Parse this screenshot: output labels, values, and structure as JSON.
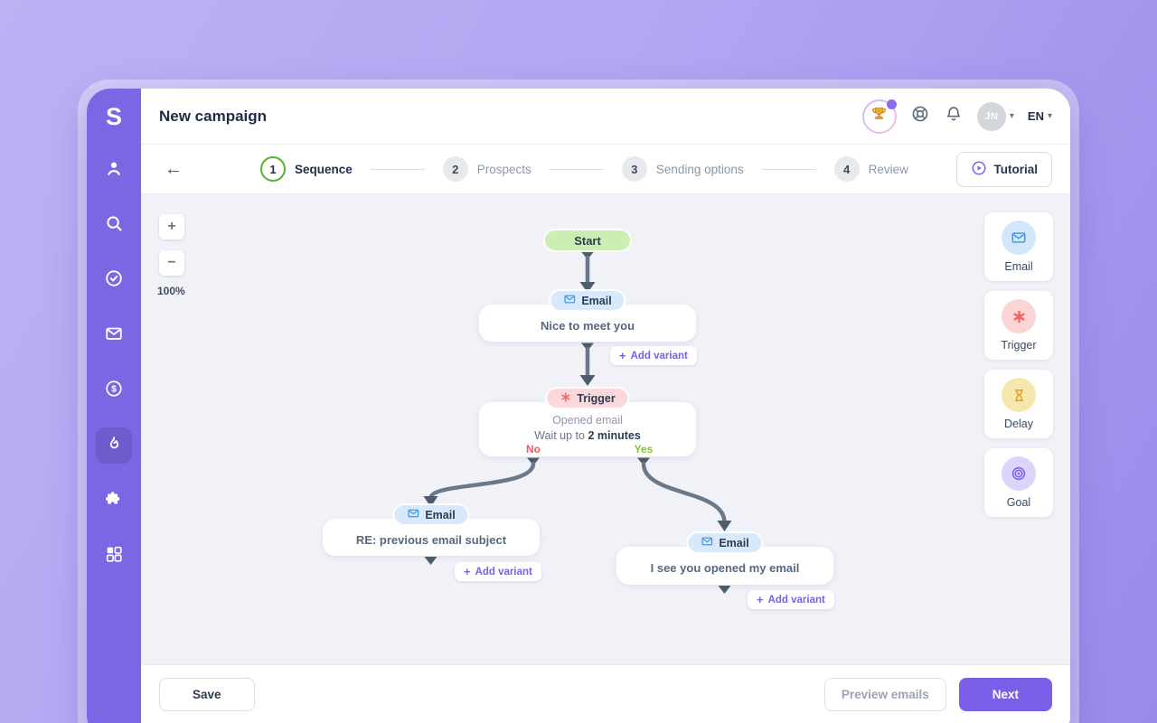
{
  "app": {
    "logo_letter": "S"
  },
  "sidebar": {
    "icons": [
      "profile",
      "search",
      "tasks",
      "email",
      "billing",
      "drip-campaigns",
      "integrations",
      "apps"
    ],
    "active_item": "drip-campaigns"
  },
  "header": {
    "title": "New campaign",
    "avatar_initials": "JN",
    "language": "EN"
  },
  "stepper": {
    "back_arrow": "←",
    "steps": [
      {
        "number": "1",
        "label": "Sequence"
      },
      {
        "number": "2",
        "label": "Prospects"
      },
      {
        "number": "3",
        "label": "Sending options"
      },
      {
        "number": "4",
        "label": "Review"
      }
    ],
    "tutorial_label": "Tutorial"
  },
  "canvas": {
    "zoom_in": "+",
    "zoom_out": "−",
    "zoom_level": "100%",
    "flow": {
      "start_label": "Start",
      "email1": {
        "type": "Email",
        "subject": "Nice to meet you"
      },
      "trigger": {
        "type": "Trigger",
        "condition": "Opened email",
        "wait_prefix": "Wait up to",
        "wait_value": "2 minutes",
        "no": "No",
        "yes": "Yes"
      },
      "email2": {
        "type": "Email",
        "subject": "RE: previous email subject"
      },
      "email3": {
        "type": "Email",
        "subject": "I see you opened my email"
      },
      "plus": "+",
      "add_variant": "Add variant"
    },
    "palette": [
      {
        "label": "Email"
      },
      {
        "label": "Trigger"
      },
      {
        "label": "Delay"
      },
      {
        "label": "Goal"
      }
    ]
  },
  "footer": {
    "save": "Save",
    "preview": "Preview emails",
    "next": "Next"
  },
  "colors": {
    "accent_purple": "#7b5fe8",
    "sidebar_purple": "#7c66e4",
    "backdrop_purple": "#b2a5f2",
    "start_green": "#cdeeb2",
    "email_blue": "#d8e9fb",
    "trigger_pink": "#fbd9da",
    "delay_yellow": "#f6e7ae",
    "goal_lavender": "#dcd4fb",
    "no_red": "#f25c5c",
    "yes_green": "#7cc91e",
    "connector_gray": "#69798a",
    "step_active_green": "#54b32b"
  }
}
